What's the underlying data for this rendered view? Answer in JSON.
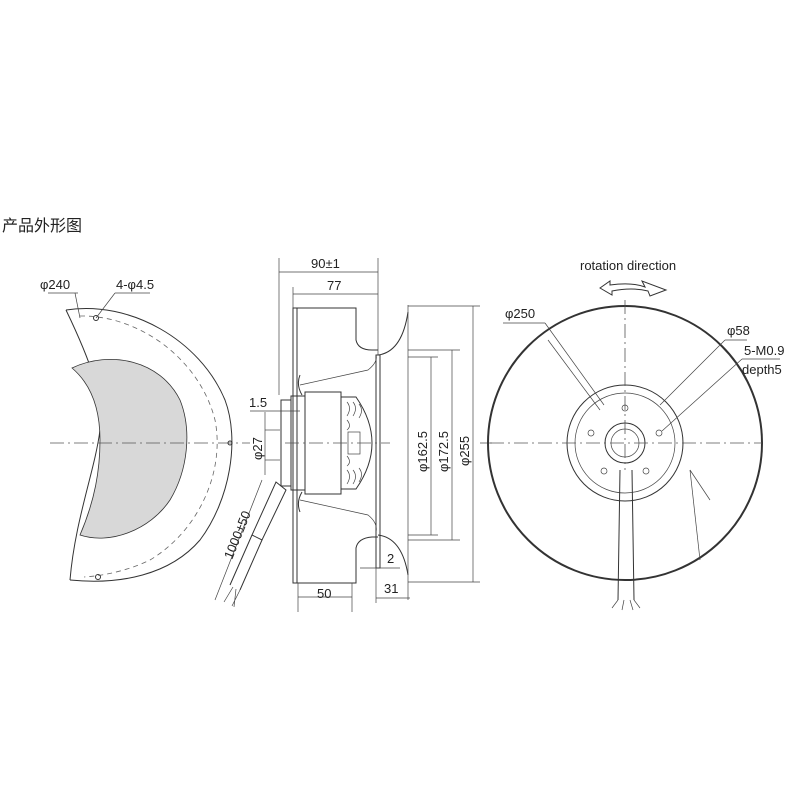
{
  "title": "产品外形图",
  "left_view": {
    "outer_diameter": "φ240",
    "holes": "4-φ4.5"
  },
  "side_view": {
    "overall_length": "90±1",
    "impeller_length": "77",
    "flange_offset": "1.5",
    "shaft_diameter": "φ27",
    "cable_length": "1000±50",
    "inlet_inner": "φ162.5",
    "inlet_outer": "φ172.5",
    "inlet_ring": "φ255",
    "gap": "2",
    "ring_depth": "31",
    "blade_depth": "50"
  },
  "front_view": {
    "rotation_label": "rotation direction",
    "impeller_diameter": "φ250",
    "hub_diameter": "φ58",
    "thread": "5-M0.9",
    "thread_depth": "depth5"
  }
}
